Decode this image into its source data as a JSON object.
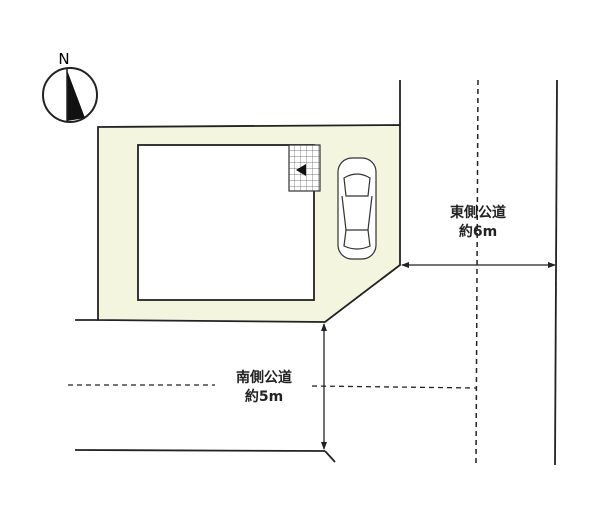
{
  "compass": {
    "label": "N"
  },
  "east_road": {
    "name": "東側公道",
    "width": "約6m"
  },
  "south_road": {
    "name": "南側公道",
    "width": "約5m"
  },
  "colors": {
    "lot_fill": "#f3f5df",
    "line": "#222222"
  }
}
